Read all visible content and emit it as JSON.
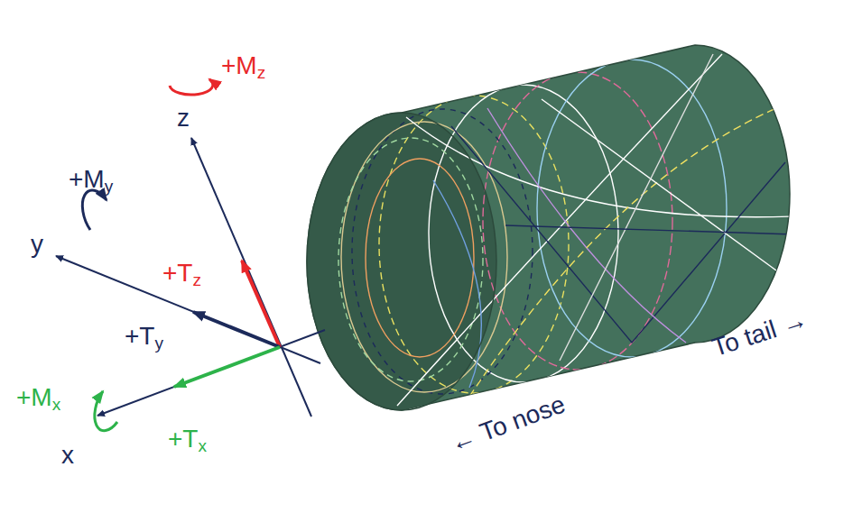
{
  "diagram": {
    "labels": [
      "+Mz",
      "z",
      "+My",
      "y",
      "+Tz",
      "+Ty",
      "+Mx",
      "+Tx",
      "x",
      "To tail →",
      "← To nose"
    ]
  }
}
